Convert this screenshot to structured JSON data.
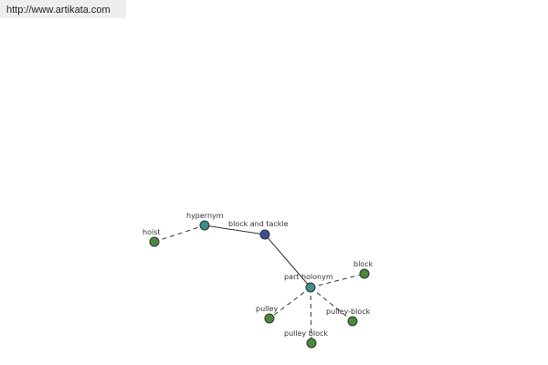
{
  "site": {
    "url": "http://www.artikata.com"
  },
  "colors": {
    "root": "#3c4f96",
    "relation": "#3e8c8c",
    "leaf": "#4a8a3c",
    "edge": "#333333"
  },
  "graph": {
    "nodes": [
      {
        "id": "block_and_tackle",
        "label": "block and tackle",
        "kind": "root"
      },
      {
        "id": "hypernym",
        "label": "hypernym",
        "kind": "relation"
      },
      {
        "id": "part_holonym",
        "label": "part holonym",
        "kind": "relation"
      },
      {
        "id": "hoist",
        "label": "hoist",
        "kind": "leaf"
      },
      {
        "id": "block",
        "label": "block",
        "kind": "leaf"
      },
      {
        "id": "pulley",
        "label": "pulley",
        "kind": "leaf"
      },
      {
        "id": "pulley_block_hyphen",
        "label": "pulley-block",
        "kind": "leaf"
      },
      {
        "id": "pulley_block",
        "label": "pulley block",
        "kind": "leaf"
      }
    ],
    "edges": [
      {
        "from": "hypernym",
        "to": "block_and_tackle",
        "style": "solid"
      },
      {
        "from": "block_and_tackle",
        "to": "part_holonym",
        "style": "solid"
      },
      {
        "from": "hoist",
        "to": "hypernym",
        "style": "dashed"
      },
      {
        "from": "part_holonym",
        "to": "block",
        "style": "dashed"
      },
      {
        "from": "part_holonym",
        "to": "pulley",
        "style": "dashed"
      },
      {
        "from": "part_holonym",
        "to": "pulley_block_hyphen",
        "style": "dashed"
      },
      {
        "from": "part_holonym",
        "to": "pulley_block",
        "style": "dashed"
      }
    ]
  }
}
